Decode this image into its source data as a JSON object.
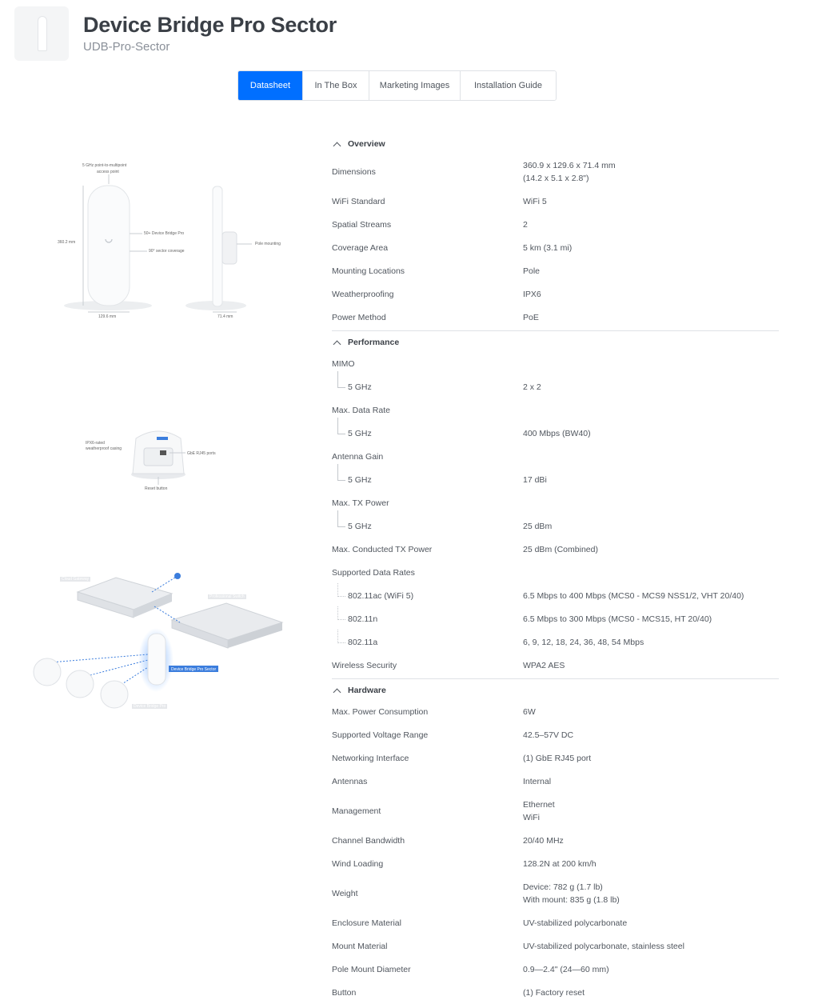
{
  "product": {
    "title": "Device Bridge Pro Sector",
    "model": "UDB-Pro-Sector"
  },
  "tabs": [
    {
      "label": "Datasheet",
      "active": true
    },
    {
      "label": "In The Box",
      "active": false
    },
    {
      "label": "Marketing Images",
      "active": false
    },
    {
      "label": "Installation Guide",
      "active": false
    }
  ],
  "illustrations": {
    "dims": {
      "ap_label": "5 GHz point-to-multipoint",
      "ap_label2": "access point",
      "height": "360.2 mm",
      "bridge": "50+ Device Bridge Pro",
      "coverage": "90° sector coverage",
      "pole": "Pole mounting",
      "width": "129.6 mm",
      "depth": "71.4 mm"
    },
    "ports": {
      "casing": "IPX6-rated",
      "casing2": "weatherproof casing",
      "rj45": "GbE RJ45 ports",
      "reset": "Reset button"
    },
    "network": {
      "cloud": "Cloud Gateway",
      "switch": "Professional Switch",
      "sector": "Device Bridge Pro Sector",
      "bridge": "Device Bridge Pro"
    }
  },
  "accent": "#006fff",
  "sections": {
    "overview": {
      "title": "Overview",
      "rows": [
        {
          "k": "Dimensions",
          "v1": "360.9 x 129.6 x 71.4 mm",
          "v2": "(14.2 x 5.1 x 2.8\")"
        },
        {
          "k": "WiFi Standard",
          "v1": "WiFi 5"
        },
        {
          "k": "Spatial Streams",
          "v1": "2"
        },
        {
          "k": "Coverage Area",
          "v1": "5 km (3.1 mi)"
        },
        {
          "k": "Mounting Locations",
          "v1": "Pole"
        },
        {
          "k": "Weatherproofing",
          "v1": "IPX6"
        },
        {
          "k": "Power Method",
          "v1": "PoE"
        }
      ]
    },
    "performance": {
      "title": "Performance",
      "mimo": "MIMO",
      "mimo_5": "5 GHz",
      "mimo_5v": "2 x 2",
      "rate": "Max. Data Rate",
      "rate_5": "5 GHz",
      "rate_5v": "400 Mbps (BW40)",
      "gain": "Antenna Gain",
      "gain_5": "5 GHz",
      "gain_5v": "17 dBi",
      "tx": "Max. TX Power",
      "tx_5": "5 GHz",
      "tx_5v": "25 dBm",
      "ctx": "Max. Conducted TX Power",
      "ctx_v": "25 dBm (Combined)",
      "sdr": "Supported Data Rates",
      "ac": "802.11ac (WiFi 5)",
      "ac_v": "6.5 Mbps to 400 Mbps (MCS0 - MCS9 NSS1/2, VHT 20/40)",
      "n": "802.11n",
      "n_v": "6.5 Mbps to 300 Mbps (MCS0 - MCS15, HT 20/40)",
      "a": "802.11a",
      "a_v": "6, 9, 12, 18, 24, 36, 48, 54 Mbps",
      "sec": "Wireless Security",
      "sec_v": "WPA2 AES"
    },
    "hardware": {
      "title": "Hardware",
      "rows": [
        {
          "k": "Max. Power Consumption",
          "v1": "6W"
        },
        {
          "k": "Supported Voltage Range",
          "v1": "42.5–57V DC"
        },
        {
          "k": "Networking Interface",
          "v1": "(1) GbE RJ45 port"
        },
        {
          "k": "Antennas",
          "v1": "Internal"
        },
        {
          "k": "Management",
          "v1": "Ethernet",
          "v2": "WiFi"
        },
        {
          "k": "Channel Bandwidth",
          "v1": "20/40 MHz"
        },
        {
          "k": "Wind Loading",
          "v1": "128.2N at 200 km/h"
        },
        {
          "k": "Weight",
          "v1": "Device: 782 g (1.7 lb)",
          "v2": "With mount: 835 g (1.8 lb)"
        },
        {
          "k": "Enclosure Material",
          "v1": "UV-stabilized polycarbonate"
        },
        {
          "k": "Mount Material",
          "v1": "UV-stabilized polycarbonate, stainless steel"
        },
        {
          "k": "Pole Mount Diameter",
          "v1": "0.9—2.4\" (24—60 mm)"
        },
        {
          "k": "Button",
          "v1": "(1) Factory reset"
        }
      ]
    }
  }
}
